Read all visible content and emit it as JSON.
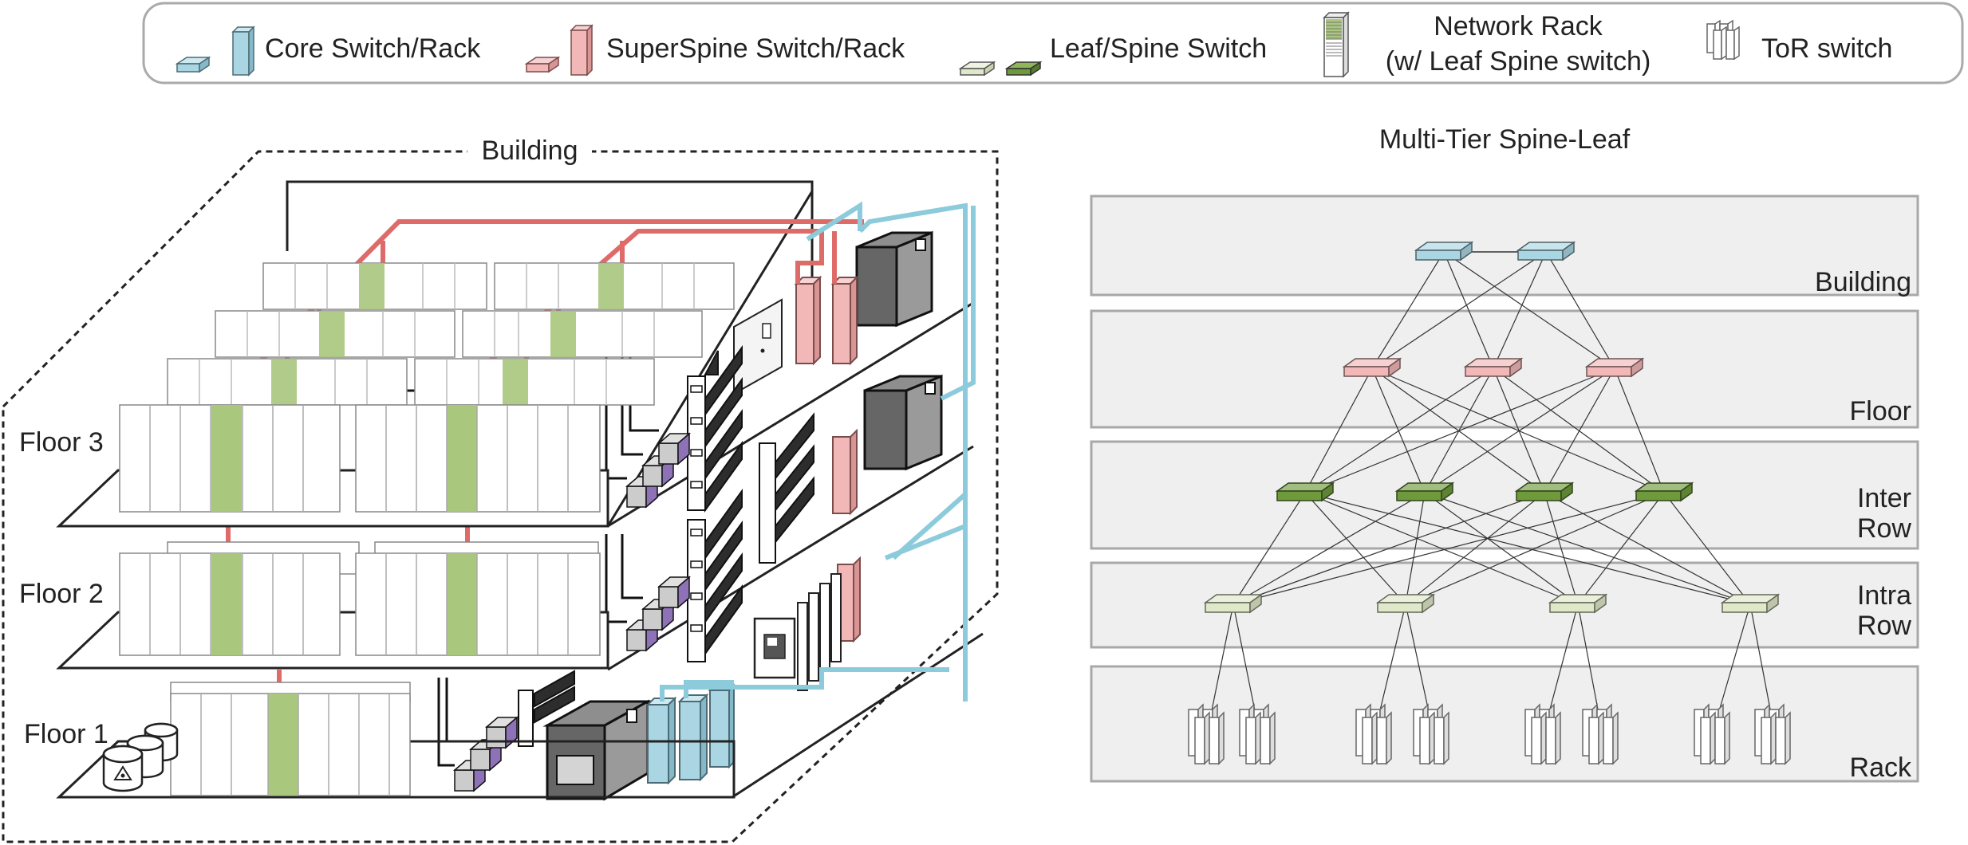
{
  "legend": {
    "core": "Core Switch/Rack",
    "superspine": "SuperSpine Switch/Rack",
    "leafspine": "Leaf/Spine Switch",
    "network_rack_line1": "Network Rack",
    "network_rack_line2": "(w/ Leaf Spine switch)",
    "tor": "ToR switch"
  },
  "building": {
    "title": "Building",
    "floors": [
      "Floor 3",
      "Floor 2",
      "Floor 1"
    ]
  },
  "topology": {
    "title": "Multi-Tier Spine-Leaf",
    "tiers": [
      "Building",
      "Floor",
      "Inter\nRow",
      "Intra\nRow",
      "Rack"
    ]
  },
  "colors": {
    "core": "#aad6e3",
    "superspine": "#f2b8b8",
    "spine": "#6f9a3c",
    "leaf": "#dfe8c8",
    "panel": "#efefef",
    "red_cable": "#de6b68",
    "blue_cable": "#8ccbdb",
    "purple": "#8e72b8",
    "dark": "#6a6a6a"
  }
}
